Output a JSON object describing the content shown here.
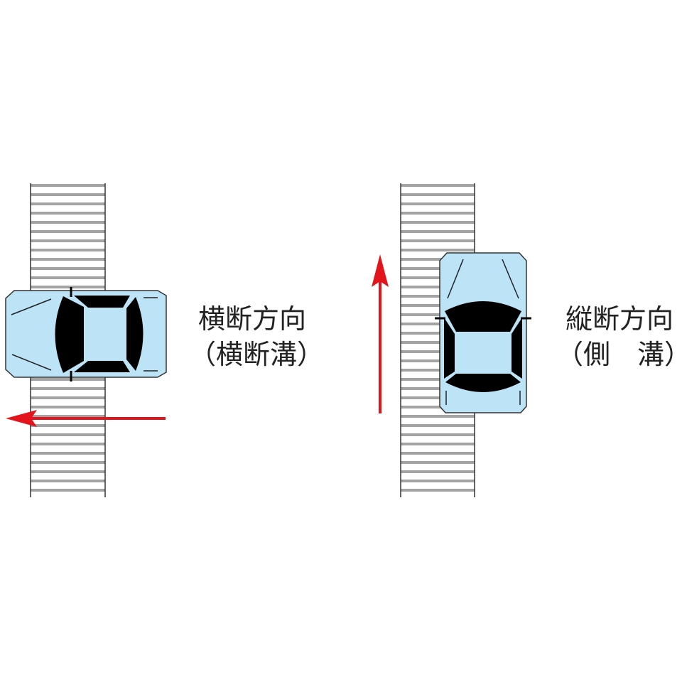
{
  "colors": {
    "car_body": "#bde3f6",
    "glass": "#000000",
    "arrow": "#e3141b",
    "grate_stripe": "#a0a0a0",
    "outline": "#333333"
  },
  "left_panel": {
    "label_line1": "横断方向",
    "label_line2": "（横断溝）",
    "arrow_direction": "left"
  },
  "right_panel": {
    "label_line1": "縦断方向",
    "label_line2": "（側　溝）",
    "arrow_direction": "up"
  }
}
